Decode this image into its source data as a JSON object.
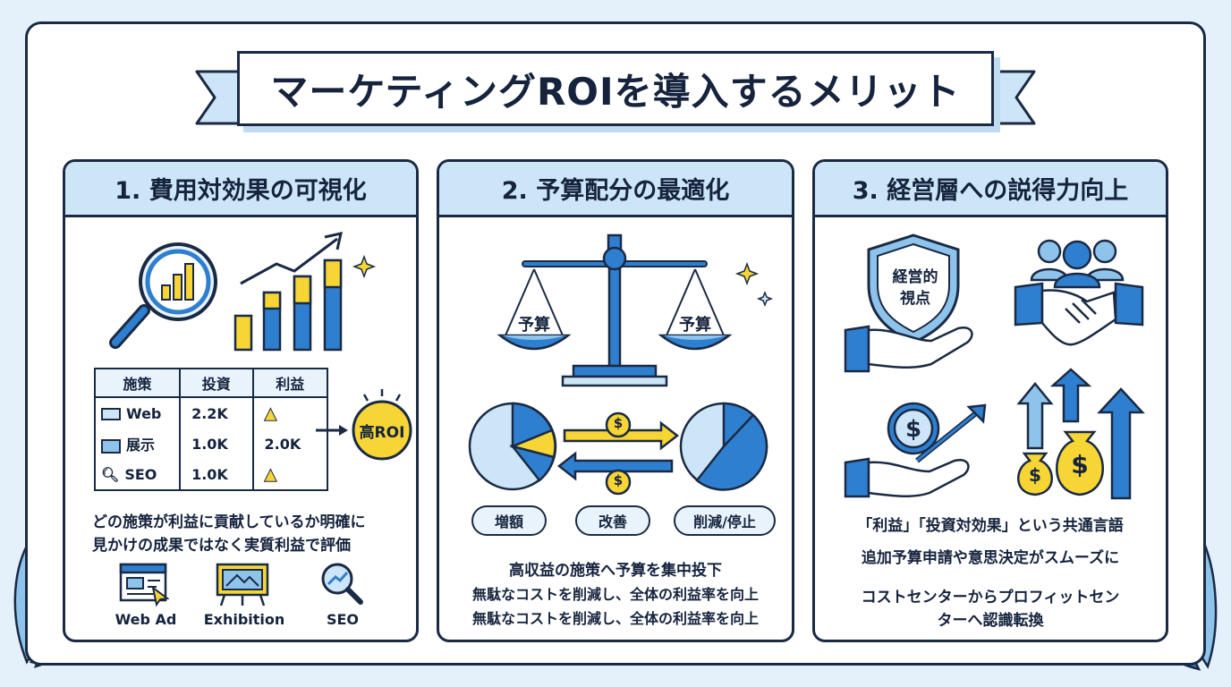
{
  "title": "マーケティングROIを導入するメリット",
  "colors": {
    "navy": "#1a2a44",
    "blue": "#2f7fd0",
    "light_blue": "#bfdcf2",
    "yellow": "#f6d535",
    "header_bg": "#cde6f7"
  },
  "panels": [
    {
      "heading": "1. 費用対効果の可視化",
      "table": {
        "headers": [
          "施策",
          "投資",
          "利益"
        ],
        "rows": [
          {
            "icon": "mail-icon",
            "label": "Web",
            "investment": "2.2K",
            "profit": ""
          },
          {
            "icon": "image-icon",
            "label": "展示",
            "investment": "1.0K",
            "profit": "2.0K"
          },
          {
            "icon": "search-icon",
            "label": "SEO",
            "investment": "1.0K",
            "profit": ""
          }
        ]
      },
      "badge": "高ROI",
      "text_lines": [
        "どの施策が利益に貢献しているか明確に",
        "見かけの成果ではなく実質利益で評価"
      ],
      "channels": [
        {
          "icon": "web-ad-icon",
          "label": "Web Ad"
        },
        {
          "icon": "exhibition-icon",
          "label": "Exhibition"
        },
        {
          "icon": "seo-icon",
          "label": "SEO"
        }
      ]
    },
    {
      "heading": "2. 予算配分の最適化",
      "scale_labels": [
        "予算",
        "予算"
      ],
      "actions": [
        "増額",
        "改善",
        "削減/停止"
      ],
      "text_lines": [
        "高収益の施策へ予算を集中投下",
        "無駄なコストを削減し、全体の利益率を向上",
        "無駄なコストを削減し、全体の利益率を向上"
      ]
    },
    {
      "heading": "3. 経営層への説得力向上",
      "shield_text": [
        "経営的",
        "視点"
      ],
      "text_lines": [
        "「利益」「投資対効果」という共通言語",
        "追加予算申請や意思決定がスムーズに",
        "コストセンターからプロフィットセン",
        "ターへ認識転換"
      ]
    }
  ]
}
